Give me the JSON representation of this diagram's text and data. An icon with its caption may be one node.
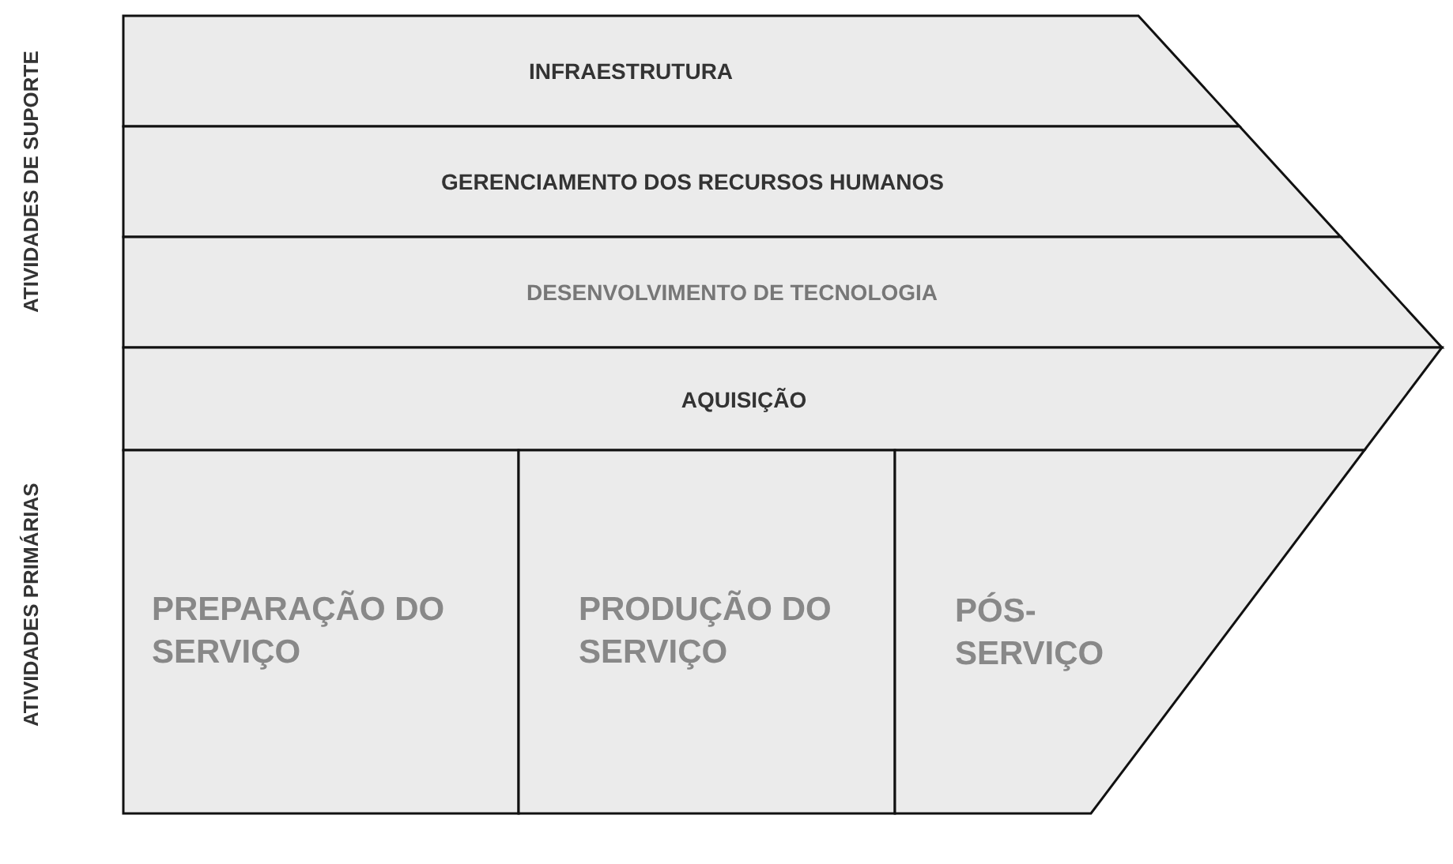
{
  "diagram": {
    "nodes": [
      {
        "text": [
          "INFRAESTRUTURA"
        ]
      },
      {
        "text": [
          "GERENCIAMENTO DOS RECURSOS HUMANOS"
        ]
      },
      {
        "text": [
          "DESENVOLVIMENTO DE TECNOLOGIA"
        ]
      },
      {
        "text": [
          "AQUISIÇÃO"
        ]
      },
      {
        "text": [
          "PREPARAÇÃO DO SERVIÇO"
        ]
      },
      {
        "text": [
          "PRODUÇÃO DO SERVIÇO"
        ]
      },
      {
        "text": [
          "PÓS-SERVIÇO"
        ]
      }
    ],
    "labels": [
      "ATIVIDADES DE SUPORTE",
      "ATIVIDADES PRIMÁRIAS"
    ]
  }
}
